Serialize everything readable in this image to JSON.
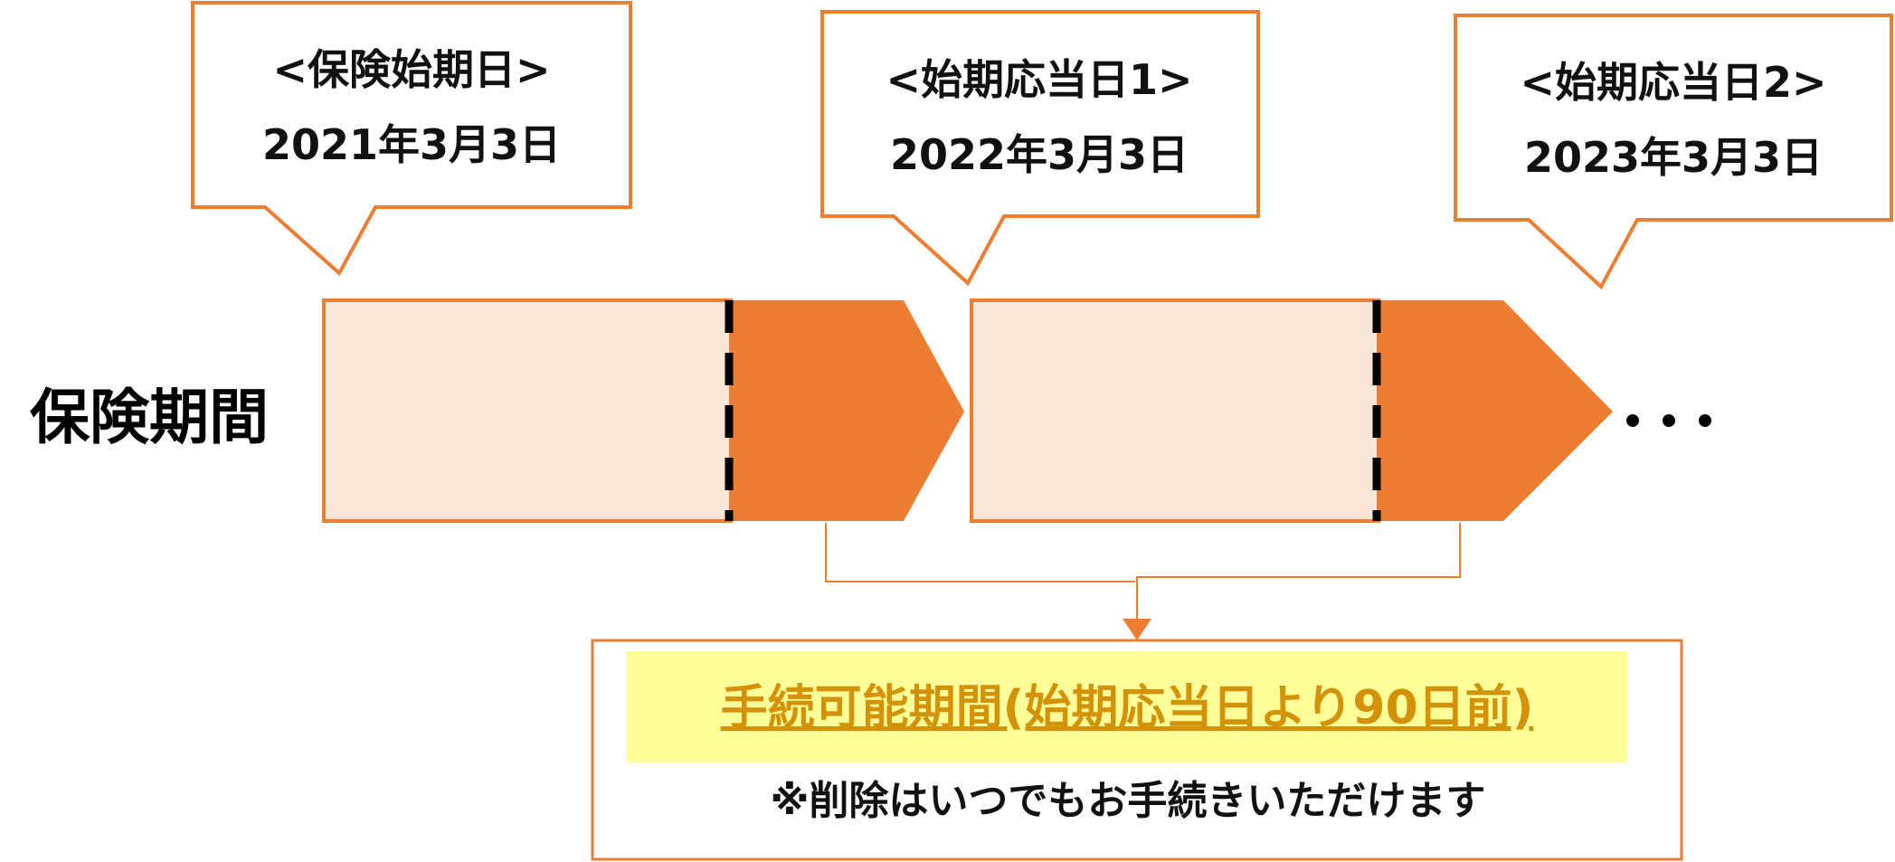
{
  "colors": {
    "accent": "#ED7D31",
    "light_fill": "#FBE5D6",
    "highlight": "#FFFF99",
    "period_text": "#D4920A",
    "text": "#111111",
    "background": "#FFFFFF"
  },
  "callouts": [
    {
      "heading": "<保険始期日>",
      "date": "2021年3月3日"
    },
    {
      "heading": "<始期応当日1>",
      "date": "2022年3月3日"
    },
    {
      "heading": "<始期応当日2>",
      "date": "2023年3月3日"
    }
  ],
  "row_label": "保険期間",
  "ellipsis": "・・・",
  "procedure_box": {
    "title": "手続可能期間(始期応当日より90日前)",
    "note": "※削除はいつでもお手続きいただけます"
  }
}
